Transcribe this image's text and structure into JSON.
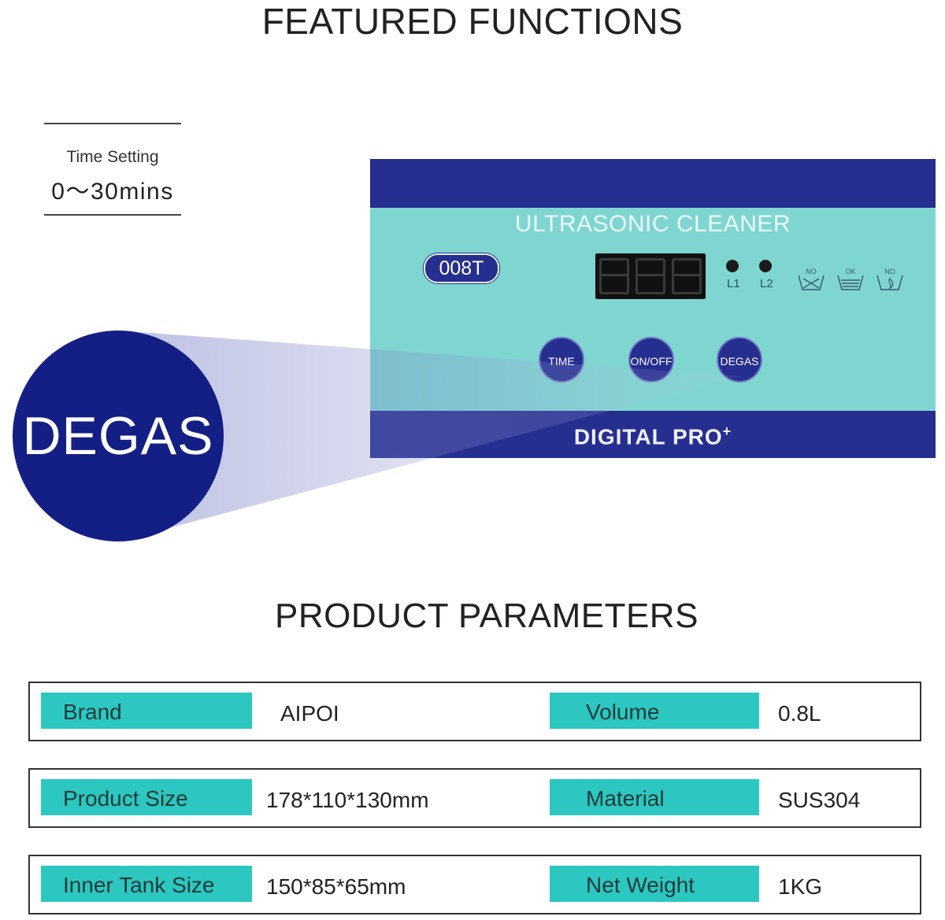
{
  "featured": {
    "title": "FEATURED FUNCTIONS"
  },
  "time_setting": {
    "label": "Time Setting",
    "value": "0～30mins"
  },
  "panel": {
    "name": "ULTRASONIC CLEANER",
    "model": "008T",
    "led_labels": [
      "L1",
      "L2"
    ],
    "tank_marks": [
      "NO",
      "OK",
      "NO"
    ],
    "buttons": [
      "TIME",
      "ON/OFF",
      "DEGAS"
    ],
    "footer_brand": "DIGITAL PRO",
    "footer_sup": "+"
  },
  "callout": {
    "label": "DEGAS"
  },
  "parameters": {
    "title": "PRODUCT PARAMETERS",
    "rows": [
      {
        "key_left": "Brand",
        "val_left": "AIPOI",
        "key_right": "Volume",
        "val_right": "0.8L"
      },
      {
        "key_left": "Product Size",
        "val_left": "178*110*130mm",
        "key_right": "Material",
        "val_right": "SUS304"
      },
      {
        "key_left": "Inner Tank Size",
        "val_left": "150*85*65mm",
        "key_right": "Net Weight",
        "val_right": "1KG"
      }
    ]
  },
  "colors": {
    "navy": "#262e8f",
    "panel_teal": "#7fd6d0",
    "key_teal": "#2cc7c1",
    "callout": "#141f85"
  }
}
